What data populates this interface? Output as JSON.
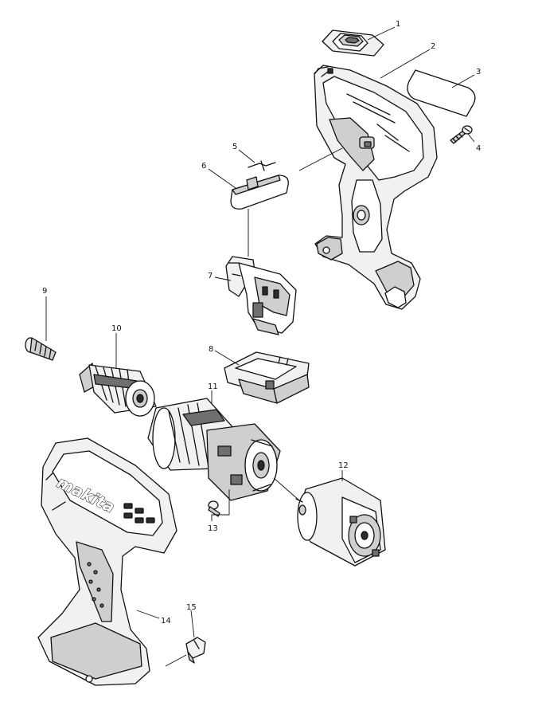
{
  "brand": {
    "logo_text": "makita"
  },
  "callouts": [
    {
      "id": "1",
      "label": "1"
    },
    {
      "id": "2",
      "label": "2"
    },
    {
      "id": "3",
      "label": "3"
    },
    {
      "id": "4",
      "label": "4"
    },
    {
      "id": "5",
      "label": "5"
    },
    {
      "id": "6",
      "label": "6"
    },
    {
      "id": "7",
      "label": "7"
    },
    {
      "id": "8",
      "label": "8"
    },
    {
      "id": "9",
      "label": "9"
    },
    {
      "id": "10",
      "label": "10"
    },
    {
      "id": "11",
      "label": "11"
    },
    {
      "id": "12",
      "label": "12"
    },
    {
      "id": "13",
      "label": "13"
    },
    {
      "id": "14",
      "label": "14"
    },
    {
      "id": "15",
      "label": "15"
    }
  ]
}
